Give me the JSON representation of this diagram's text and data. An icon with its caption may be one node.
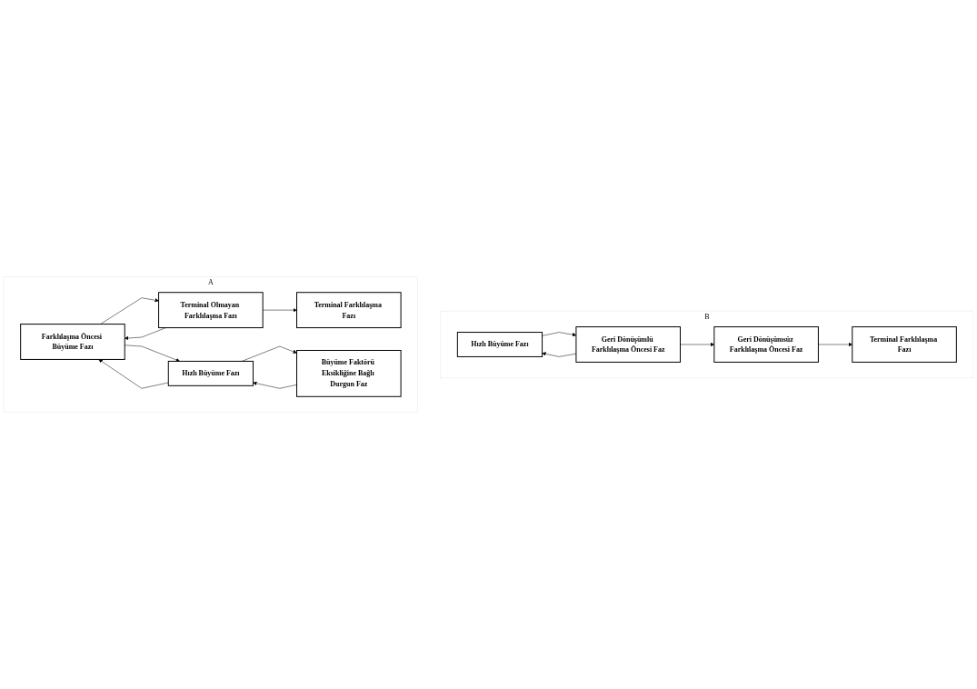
{
  "diagram": {
    "nodes": [
      {
        "text": [
          "A"
        ]
      },
      {
        "text": [
          "Farklılaşma Öncesi Büyüme Fazı"
        ],
        "in": 0
      },
      {
        "text": [
          "Terminal Olmayan Farklılaşma Fazı"
        ],
        "in": 0
      },
      {
        "text": [
          "Terminal Farklılaşma Fazı"
        ],
        "in": 0
      },
      {
        "text": [
          "Hızlı Büyüme Fazı"
        ],
        "in": 0
      },
      {
        "text": [
          "Büyüme Faktörü Eksikliğine Bağlı Durgun Faz"
        ],
        "in": 0
      },
      {
        "text": [
          "B"
        ]
      },
      {
        "text": [
          "Hızlı Büyüme Fazı"
        ],
        "in": 6
      },
      {
        "text": [
          "Geri Dönüşümlü Farklılaşma Öncesi Faz"
        ],
        "in": 6
      },
      {
        "text": [
          "Geri Dönüşümsüz Farklılaşma Öncesi Faz"
        ],
        "in": 6
      },
      {
        "text": [
          "Terminal Farklılaşma Fazı"
        ],
        "in": 6
      }
    ],
    "edges": [
      {
        "from": 4,
        "to": 1,
        "arrow": "to"
      },
      {
        "from": 1,
        "to": 4,
        "arrow": "to"
      },
      {
        "from": 1,
        "to": 2,
        "arrow": "to"
      },
      {
        "from": 2,
        "to": 1,
        "arrow": "to"
      },
      {
        "from": 2,
        "to": 3,
        "arrow": "to"
      },
      {
        "from": 4,
        "to": 5,
        "arrow": "to"
      },
      {
        "from": 5,
        "to": 4,
        "arrow": "to"
      },
      {
        "from": 7,
        "to": 8,
        "arrow": "to"
      },
      {
        "from": 8,
        "to": 7,
        "arrow": "to"
      },
      {
        "from": 8,
        "to": 9,
        "arrow": "to"
      },
      {
        "from": 9,
        "to": 10,
        "arrow": "to"
      }
    ]
  }
}
